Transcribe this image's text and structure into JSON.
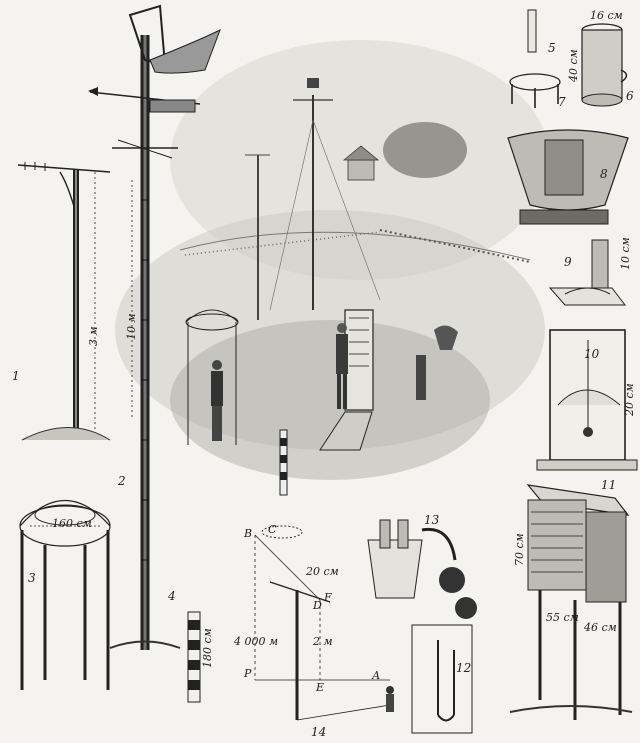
{
  "figure_numbers": {
    "n1": "1",
    "n2": "2",
    "n3": "3",
    "n4": "4",
    "n5": "5",
    "n6": "6",
    "n7": "7",
    "n8": "8",
    "n9": "9",
    "n10": "10",
    "n11": "11",
    "n12": "12",
    "n13": "13",
    "n14": "14"
  },
  "dimensions": {
    "d_3m": "3 м",
    "d_10m": "10 м",
    "d_160cm_ring": "160 см",
    "d_180cm": "180 см",
    "d_16cm": "16 см",
    "d_40cm": "40 см",
    "d_10cm": "10 см",
    "d_20cm_vert": "20 см",
    "d_70cm": "70 см",
    "d_55cm": "55 см",
    "d_46cm": "46 см",
    "d_20cm_kite": "20 см",
    "d_4000m": "4 000 м",
    "d_2m": "2 м"
  },
  "kite_points": {
    "B": "В",
    "C": "С",
    "D": "D",
    "F": "F",
    "E": "Е",
    "P": "Р",
    "A": "А"
  }
}
